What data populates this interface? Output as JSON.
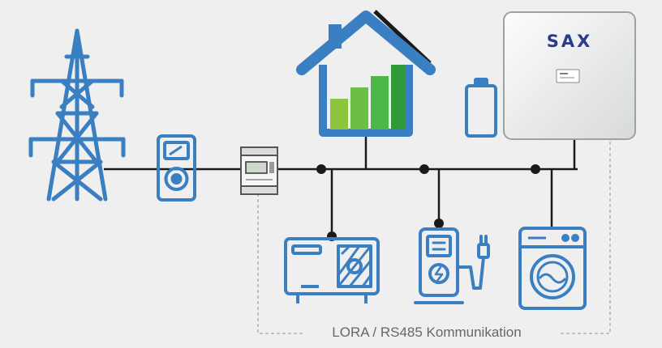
{
  "communication_label": "LORA / RS485 Kommunikation",
  "inverter_brand": "SAX",
  "colors": {
    "icon_blue": "#3a7fc1",
    "wire": "#1a1a1a",
    "energy_green_light": "#8cc63f",
    "energy_green": "#4db848",
    "energy_green_dark": "#2e9b3a",
    "inverter_brand": "#2c3a8c",
    "dotted_line": "#bdbdbd"
  },
  "nodes": [
    {
      "id": "power-pylon",
      "icon": "transmission-tower-icon"
    },
    {
      "id": "grid-meter",
      "icon": "analog-meter-icon"
    },
    {
      "id": "smart-meter",
      "icon": "din-rail-meter-icon"
    },
    {
      "id": "house",
      "icon": "house-battery-icon"
    },
    {
      "id": "battery",
      "icon": "battery-icon"
    },
    {
      "id": "inverter",
      "icon": "sax-storage-icon"
    },
    {
      "id": "heat-pump",
      "icon": "heat-pump-icon"
    },
    {
      "id": "ev-charger",
      "icon": "ev-charger-icon"
    },
    {
      "id": "washing-machine",
      "icon": "washing-machine-icon"
    }
  ]
}
